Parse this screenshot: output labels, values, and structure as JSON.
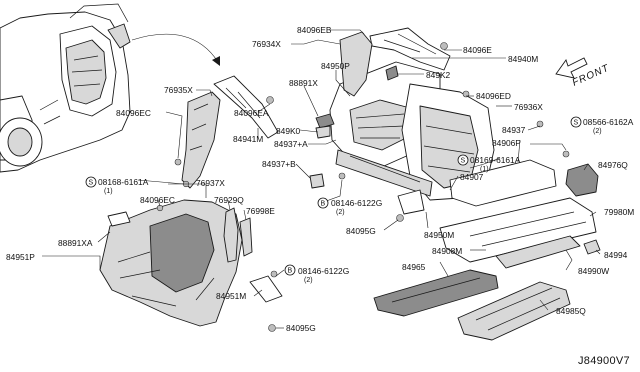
{
  "labels": {
    "p76934x": "76934X",
    "p84096eb": "84096EB",
    "p84096e": "84096E",
    "p84940m": "84940M",
    "p84950p": "84950P",
    "p88891x": "88891X",
    "p849k2": "849K2",
    "p84096ed": "84096ED",
    "p76936x": "76936X",
    "p76935x": "76935X",
    "p84096ec_top": "84096EC",
    "p84096ea": "84096EA",
    "p84941m": "84941M",
    "p849k0": "849K0",
    "p84937a": "84937+A",
    "p84937": "84937",
    "p08566_main": "08566-6162A",
    "p08566_qty": "(2)",
    "p84906p": "84906P",
    "p84976q": "84976Q",
    "p84937b": "84937+B",
    "p08169_main": "08169-6161A",
    "p08169_qty": "(1)",
    "p84907": "84907",
    "p08168_main": "08168-6161A",
    "p08168_qty": "(1)",
    "p76937x": "76937X",
    "p08146a_main": "08146-6122G",
    "p08146a_qty": "(2)",
    "p76929q": "76929Q",
    "p84096ec_low": "84096EC",
    "p76998e": "76998E",
    "p84095g_mid": "84095G",
    "p84950m": "84950M",
    "p79980m": "79980M",
    "p88891xa": "88891XA",
    "p84951p": "84951P",
    "p84908m": "84908M",
    "p84994": "84994",
    "p84965": "84965",
    "p84990w": "84990W",
    "p08146b_main": "08146-6122G",
    "p08146b_qty": "(2)",
    "p84951m": "84951M",
    "p84985q": "84985Q",
    "p84095g_bot": "84095G"
  },
  "front_label": "FRONT",
  "bolt_marker": "S",
  "bolt_marker_b": "B",
  "diagram_code": "J84900V7"
}
